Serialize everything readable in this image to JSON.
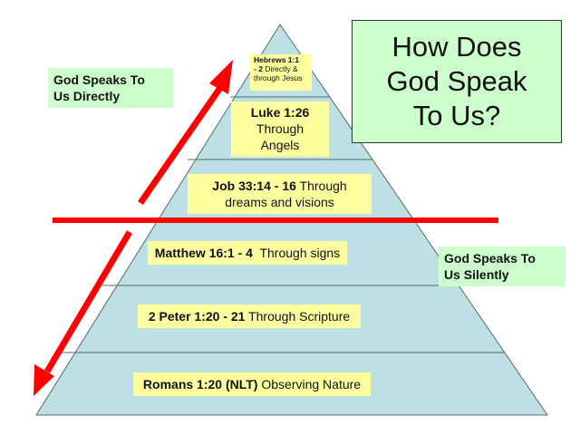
{
  "title": {
    "lines": [
      "How Does",
      "God Speak",
      "To Us?"
    ]
  },
  "side_labels": {
    "directly": {
      "line1": "God Speaks To",
      "line2": "Us Directly"
    },
    "silently": {
      "line1": "God Speaks To",
      "line2": "Us Silently"
    }
  },
  "pyramid": {
    "fill_color": "#bce0e3",
    "label_color": "#ffff9f",
    "divider_color": "#ff0000",
    "layers": [
      {
        "ref": "Hebrews 1:1",
        "ref2": "- 2",
        "text": " Directly &",
        "text2": "through Jesus"
      },
      {
        "ref": "Luke 1:26",
        "text": "Through",
        "text2": "Angels"
      },
      {
        "ref": "Job 33:14 - 16",
        "text": " Through",
        "text2": "dreams and visions"
      },
      {
        "ref": "Matthew 16:1 - 4",
        "text": "  Through signs"
      },
      {
        "ref": "2 Peter 1:20 - 21",
        "text": " Through Scripture"
      },
      {
        "ref": "Romans 1:20 (NLT)",
        "text": " Observing Nature"
      }
    ]
  },
  "arrows": {
    "up": "arrow-up-right",
    "down": "arrow-down-left",
    "color": "#ff0000"
  }
}
